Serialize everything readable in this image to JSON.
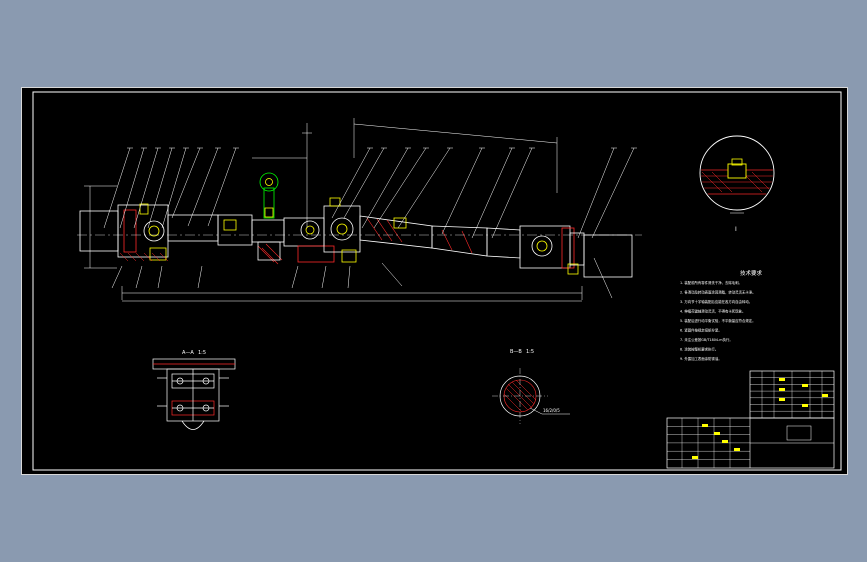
{
  "drawing": {
    "title": "",
    "notes_heading": "技术要求",
    "notes": [
      "1. 装配前所有零件清洗干净，去除毛刺。",
      "2. 各滑动及转动表面涂润滑脂，转动灵活无卡滞。",
      "3. 万向节十字轴装配后应能在各方向自由转动。",
      "4. 伸缩花键轴滑动灵活，不得有卡死现象。",
      "5. 装配后进行动平衡试验，不平衡量应符合规定。",
      "6. 紧固件按规定扭矩拧紧。",
      "7. 未注公差按GB/T1804-m执行。",
      "8. 涂装按整机要求执行。",
      "9. 外露加工表面涂防锈油。"
    ],
    "section_views": [
      {
        "label": "A—A",
        "scale": "1:5"
      },
      {
        "label": "B—B",
        "scale": "1:5"
      }
    ],
    "detail_view": {
      "label": "I"
    },
    "annotation": "16/2/0/5",
    "colors": {
      "line": "#ffffff",
      "hatch": "#ff2a2a",
      "accent": "#ffff00",
      "section": "#00ff00",
      "paper": "#000000",
      "margin": "#8a9ab0"
    }
  }
}
